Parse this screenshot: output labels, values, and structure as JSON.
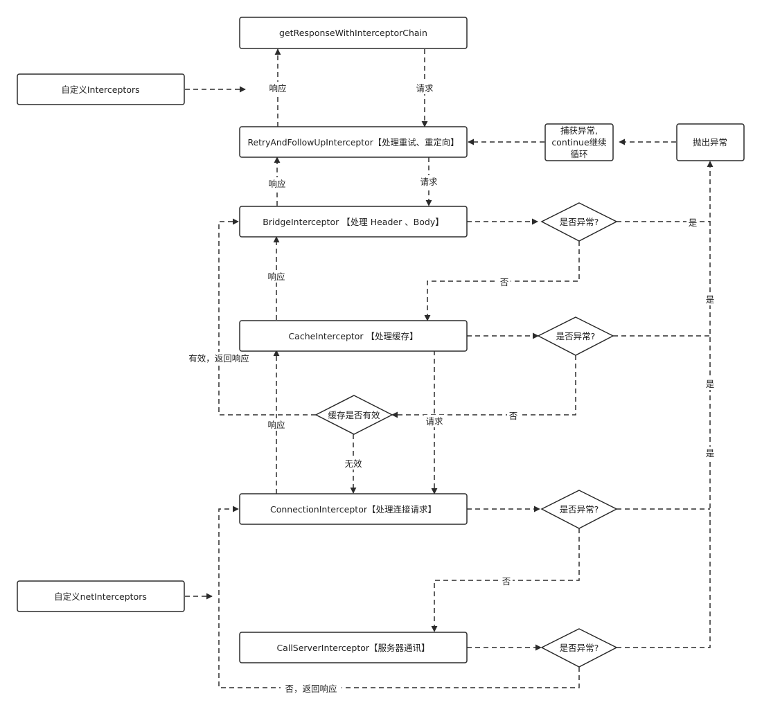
{
  "colors": {
    "stroke": "#2b2b2b",
    "text": "#222222",
    "background": "#ffffff"
  },
  "nodes": {
    "chain": "getResponseWithInterceptorChain",
    "custom_interceptors": "自定义Interceptors",
    "retry": "RetryAndFollowUpInterceptor【处理重试、重定向】",
    "catch_line1": "捕获异常,",
    "catch_line2": "continue继续",
    "catch_line3": "循环",
    "throw": "抛出异常",
    "bridge": "BridgeInterceptor 【处理 Header 、Body】",
    "decision_bridge": "是否异常?",
    "cache": "CacheInterceptor 【处理缓存】",
    "decision_cache": "是否异常?",
    "cache_valid": "缓存是否有效",
    "connection": "ConnectionInterceptor【处理连接请求】",
    "decision_connection": "是否异常?",
    "custom_net_interceptors": "自定义netInterceptors",
    "call_server": "CallServerInterceptor【服务器通讯】",
    "decision_call": "是否异常?"
  },
  "labels": {
    "response": "响应",
    "request": "请求",
    "yes": "是",
    "no": "否",
    "valid_return": "有效，返回响应",
    "invalid": "无效",
    "no_return": "否，返回响应"
  }
}
